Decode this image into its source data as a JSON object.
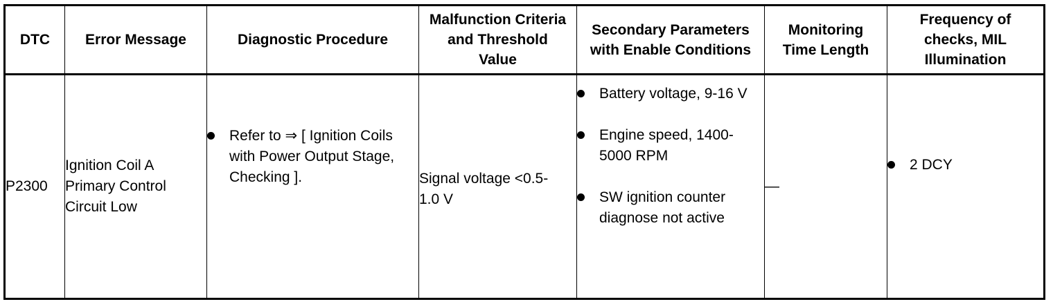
{
  "table": {
    "headers": [
      "DTC",
      "Error Message",
      "Diagnostic Procedure",
      "Malfunction Criteria and Threshold Value",
      "Secondary Parameters with Enable Conditions",
      "Monitoring Time Length",
      "Frequency of checks, MIL Illumination"
    ],
    "row": {
      "dtc": "P2300",
      "error_message": "Ignition Coil A Primary Control Circuit Low",
      "diagnostic_procedure": "Refer to ⇒ [ Ignition Coils with Power Output Stage, Checking ].",
      "malfunction_criteria": "Signal voltage <0.5-1.0 V",
      "secondary_parameters": [
        "Battery voltage, 9-16 V",
        "Engine speed, 1400-5000 RPM",
        "SW ignition counter diagnose not active"
      ],
      "monitoring_time": "—",
      "frequency": "2 DCY"
    }
  },
  "icons": {
    "bullet": "bullet-dot-icon"
  }
}
